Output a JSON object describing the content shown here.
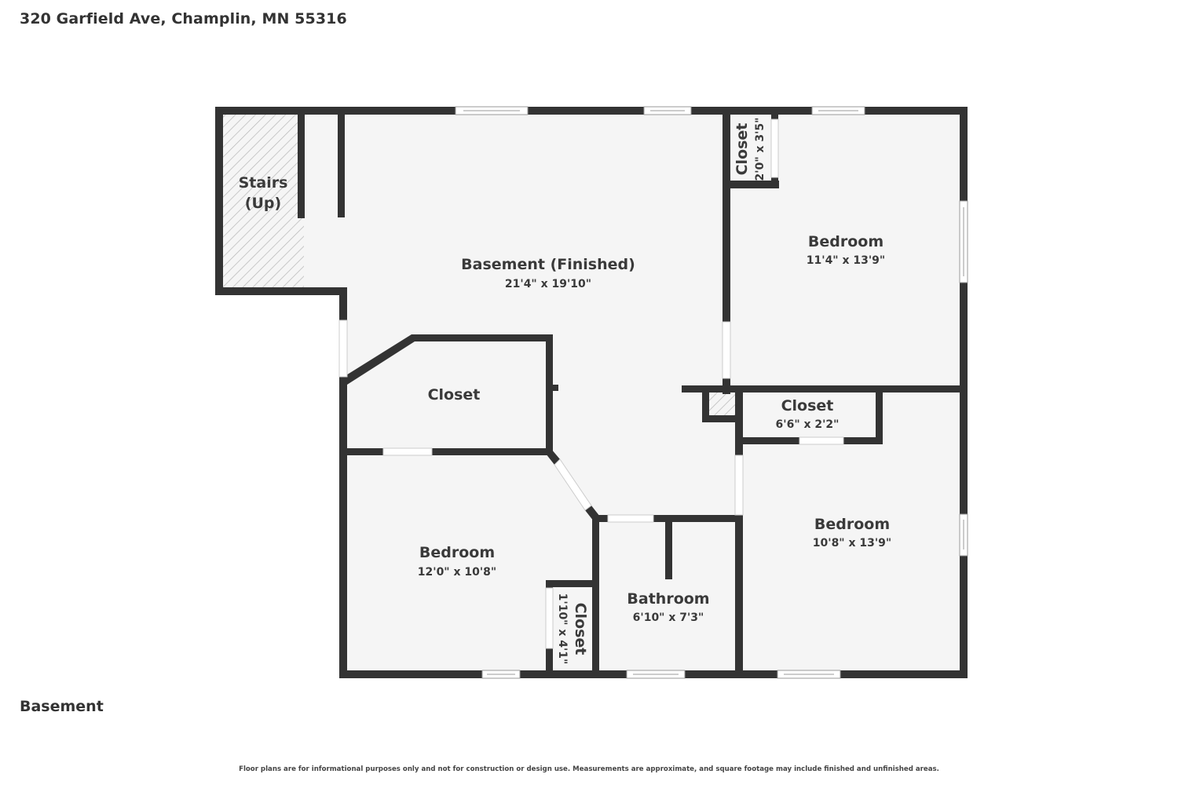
{
  "header": {
    "address": "320 Garfield Ave, Champlin, MN 55316"
  },
  "floor": {
    "label": "Basement"
  },
  "footer": {
    "disclaimer": "Floor plans are for informational purposes only and not for construction or design use. Measurements are approximate, and square footage may include finished and unfinished areas."
  },
  "colors": {
    "wall": "#333333",
    "floor": "#f5f5f5",
    "background": "#ffffff",
    "hatch": "#bbbbbb"
  },
  "rooms": {
    "stairs": {
      "name_line1": "Stairs",
      "name_line2": "(Up)"
    },
    "basement": {
      "name": "Basement (Finished)",
      "dims": "21'4\" x 19'10\""
    },
    "bedroom_ne": {
      "name": "Bedroom",
      "dims": "11'4\" x 13'9\""
    },
    "closet_ne": {
      "name": "Closet",
      "dims": "2'0\" x 3'5\""
    },
    "closet_mid": {
      "name": "Closet"
    },
    "closet_east": {
      "name": "Closet",
      "dims": "6'6\" x 2'2\""
    },
    "bedroom_sw": {
      "name": "Bedroom",
      "dims": "12'0\" x 10'8\""
    },
    "closet_sw": {
      "name": "Closet",
      "dims": "1'10\" x 4'1\""
    },
    "bathroom": {
      "name": "Bathroom",
      "dims": "6'10\" x 7'3\""
    },
    "bedroom_se": {
      "name": "Bedroom",
      "dims": "10'8\" x 13'9\""
    }
  }
}
